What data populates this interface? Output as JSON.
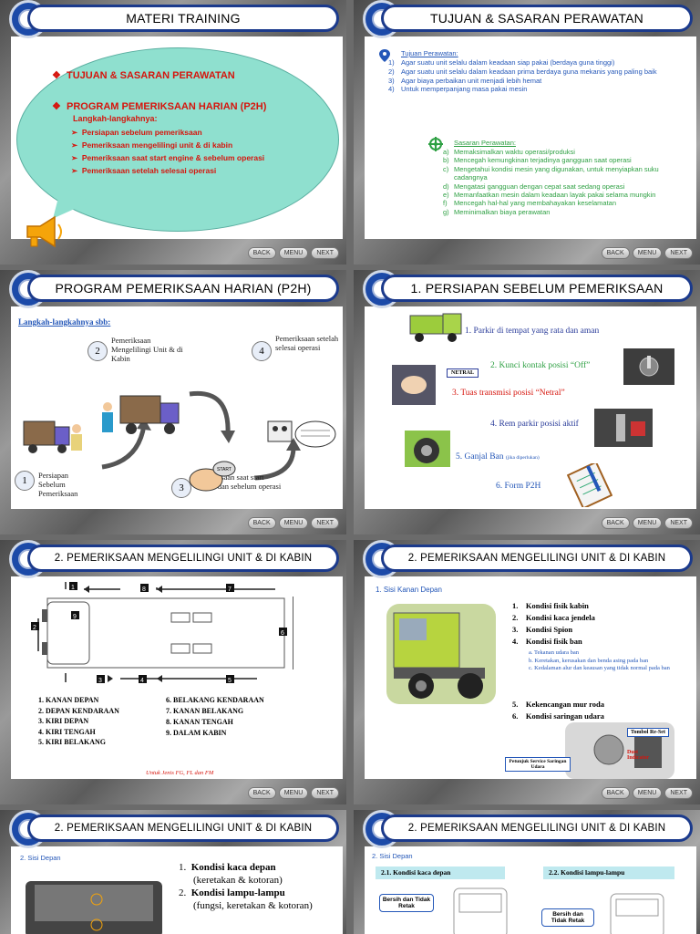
{
  "nav": {
    "back": "BACK",
    "menu": "MENU",
    "next": "NEXT"
  },
  "s1": {
    "title": "MATERI TRAINING",
    "b1": "TUJUAN & SASARAN PERAWATAN",
    "b2": "PROGRAM PEMERIKSAAN HARIAN (P2H)",
    "sub": "Langkah-langkahnya:",
    "items": [
      "Persiapan sebelum pemeriksaan",
      "Pemeriksaan mengelilingi unit & di kabin",
      "Pemeriksaan saat start engine & sebelum operasi",
      "Pemeriksaan setelah selesai operasi"
    ]
  },
  "s2": {
    "title": "TUJUAN & SASARAN PERAWATAN",
    "h1": "Tujuan Perawatan:",
    "tujuan": [
      "Agar suatu unit selalu dalam keadaan siap pakai (berdaya guna tinggi)",
      "Agar suatu unit selalu dalam keadaan prima berdaya guna mekanis yang paling baik",
      "Agar biaya perbaikan unit menjadi lebih hemat",
      "Untuk memperpanjang masa pakai mesin"
    ],
    "tujuan_no": [
      "1)",
      "2)",
      "3)",
      "4)"
    ],
    "h2": "Sasaran Perawatan:",
    "sasaran": [
      "Memaksimalkan waktu operasi/produksi",
      "Mencegah kemungkinan terjadinya gangguan saat operasi",
      "Mengetahui kondisi mesin yang digunakan, untuk menyiapkan suku cadangnya",
      "Mengatasi gangguan dengan cepat saat sedang operasi",
      "Memanfaatkan mesin dalam keadaan layak pakai selama mungkin",
      "Mencegah hal-hal yang membahayakan keselamatan",
      "Meminimalkan biaya perawatan"
    ],
    "sasaran_no": [
      "a)",
      "b)",
      "c)",
      "d)",
      "e)",
      "f)",
      "g)"
    ]
  },
  "s3": {
    "title": "PROGRAM PEMERIKSAAN HARIAN (P2H)",
    "head": "Langkah-langkahnya sbb:",
    "steps": [
      {
        "n": "1",
        "t": "Persiapan Sebelum Pemeriksaan"
      },
      {
        "n": "2",
        "t": "Pemeriksaan Mengelilingi Unit & di Kabin"
      },
      {
        "n": "3",
        "t": "Pemeriksaan saat start engine dan sebelum operasi"
      },
      {
        "n": "4",
        "t": "Pemeriksaan setelah selesai operasi"
      }
    ]
  },
  "s4": {
    "title": "1. PERSIAPAN SEBELUM PEMERIKSAAN",
    "i1": "1. Parkir di tempat yang rata dan aman",
    "i2": "2. Kunci kontak posisi “Off”",
    "netral": "NETRAL",
    "i3": "3. Tuas transmisi posisi “Netral”",
    "i4": "4. Rem parkir posisi aktif",
    "i5": "5. Ganjal Ban",
    "i5note": "(jika diperlukan)",
    "i6": "6. Form P2H"
  },
  "s5": {
    "title": "2. PEMERIKSAAN MENGELILINGI UNIT & DI KABIN",
    "left": [
      "1.   KANAN DEPAN",
      "2.   DEPAN KENDARAAN",
      "3.   KIRI DEPAN",
      "4.   KIRI TENGAH",
      "5.   KIRI BELAKANG"
    ],
    "right": [
      "6.   BELAKANG KENDARAAN",
      "7.   KANAN BELAKANG",
      "8.   KANAN TENGAH",
      "9.   DALAM KABIN"
    ],
    "note": "Untuk Jenis FG, FL dan FM"
  },
  "s6": {
    "title": "2. PEMERIKSAAN MENGELILINGI UNIT & DI KABIN",
    "sub": "1. Sisi Kanan Depan",
    "list": [
      "Kondisi fisik kabin",
      "Kondisi kaca jendela",
      "Kondisi Spion",
      "Kondisi fisik ban"
    ],
    "subitems": [
      "a.   Tekanan udara ban",
      "b.   Keretakan, kerusakan dan benda  asing pada ban",
      "c.   Kedalaman alur dan keausan yang tidak normal pada ban"
    ],
    "list2": [
      "Kekencangan mur roda",
      "Kondisi saringan udara"
    ],
    "tombol": "Tombol Re-Set",
    "dust": "Dust Indicator",
    "petunjuk": "Petunjuk Service Saringan Udara"
  },
  "s7": {
    "title": "2. PEMERIKSAAN MENGELILINGI UNIT & DI KABIN",
    "sub": "2. Sisi Depan",
    "l1": "Kondisi kaca depan",
    "l1b": "(keretakan & kotoran)",
    "l2": "Kondisi lampu-lampu",
    "l2b": "(fungsi, keretakan & kotoran)"
  },
  "s8": {
    "title": "2. PEMERIKSAAN MENGELILINGI UNIT & DI KABIN",
    "sub": "2. Sisi Depan",
    "h1": "2.1.  Kondisi kaca depan",
    "h2": "2.2.  Kondisi lampu-lampu",
    "c1": "Bersih dan Tidak Retak",
    "c2": "Bersih dan Tidak Retak"
  }
}
